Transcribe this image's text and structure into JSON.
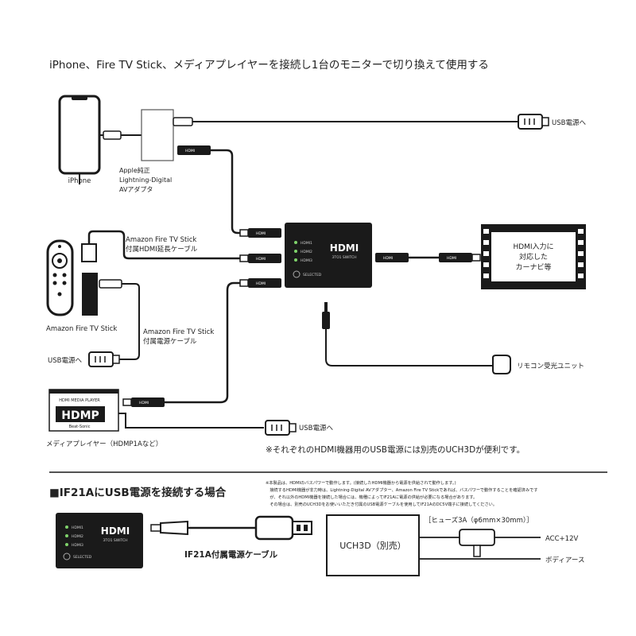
{
  "header": {
    "title": "iPhone、Fire TV Stick、メディアプレイヤーを接続し1台のモニターで切り換えて使用する"
  },
  "devices": {
    "iphone_label": "iPhone",
    "adapter_label_1": "Apple純正",
    "adapter_label_2": "Lightning-Digital",
    "adapter_label_3": "AVアダプタ",
    "fire_stick_label": "Amazon Fire TV Stick",
    "fire_hdmi_cable_1": "Amazon Fire TV Stick",
    "fire_hdmi_cable_2": "付属HDMI延長ケーブル",
    "fire_power_cable_1": "Amazon Fire TV Stick",
    "fire_power_cable_2": "付属電源ケーブル",
    "usb_power_1": "USB電源へ",
    "usb_power_2": "USB電源へ",
    "usb_power_3": "USB電源へ",
    "media_player_label": "メディアプレイヤー（HDMP1Aなど）",
    "media_player_top": "HDMI MEDIA PLAYER",
    "media_player_logo": "HDMP",
    "media_player_brand": "Beat-Sonic",
    "monitor_1": "HDMI入力に",
    "monitor_2": "対応した",
    "monitor_3": "カーナビ等",
    "remote_unit": "リモコン受光ユニット",
    "hdmi_plug": "HDMI"
  },
  "switch": {
    "logo": "HDMI",
    "sub": "3TO1 SWITCH",
    "selected": "SELECTED",
    "in1": "HDMI1",
    "in2": "HDMI2",
    "in3": "HDMI3"
  },
  "notes": {
    "usb_note": "※それぞれのHDMI機器用のUSB電源には別売のUCH3Dが便利です。"
  },
  "section2": {
    "title": "■IF21AにUSB電源を接続する場合",
    "fine_1": "※本製品は、HDMIのバスパワーで動作します。(接続したHDMI機器から電源を供給されて動作します。)",
    "fine_2": "　接続するHDMI機器が非力時は、Lightning-Digital AVアダプター、Amazon Fire TV Stickであれば、バスパワーで動作することを確認済みです",
    "fine_3": "　が、それ以外のHDMI機器を接続した場合には、機種によってIF21Aに電源の供給が必要になる場合があります。",
    "fine_4": "　その場合は、別売のUCH3Dをお使いいただき付属のUSB電源ケーブルを使用してIF21AのDC5V端子に接続してください。",
    "cable_label": "IF21A付属電源ケーブル",
    "uch_label": "UCH3D（別売）",
    "fuse_label": "［ヒューズ3A（φ6mm×30mm）］",
    "acc_label": "ACC+12V",
    "body_label": "ボディアース"
  }
}
